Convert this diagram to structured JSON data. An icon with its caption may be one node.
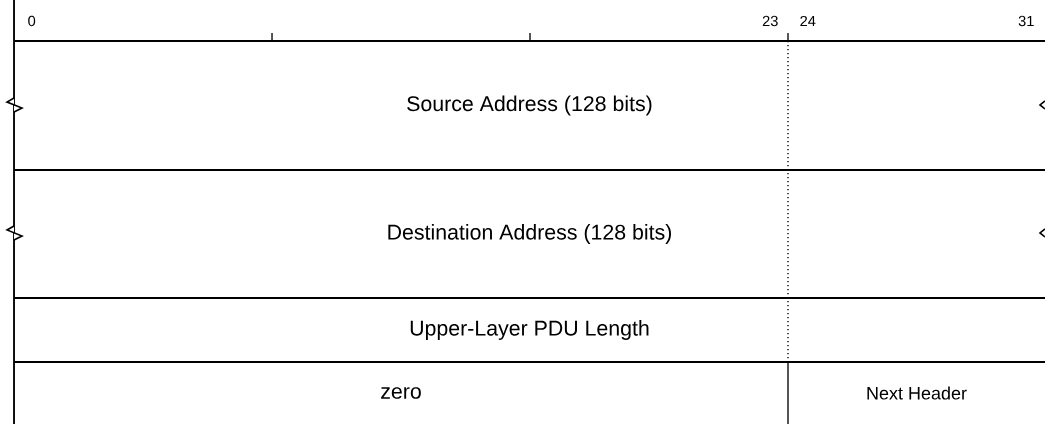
{
  "diagram": {
    "nodes": [
      {
        "text": [
          "Source Address (128 bits)"
        ]
      },
      {
        "text": [
          "Destination Address (128 bits)"
        ]
      },
      {
        "text": [
          "Upper-Layer PDU Length"
        ]
      },
      {
        "text": [
          "zero"
        ]
      },
      {
        "text": [
          "Next Header"
        ]
      }
    ],
    "labels": [
      "0",
      "23",
      "24",
      "31"
    ]
  }
}
